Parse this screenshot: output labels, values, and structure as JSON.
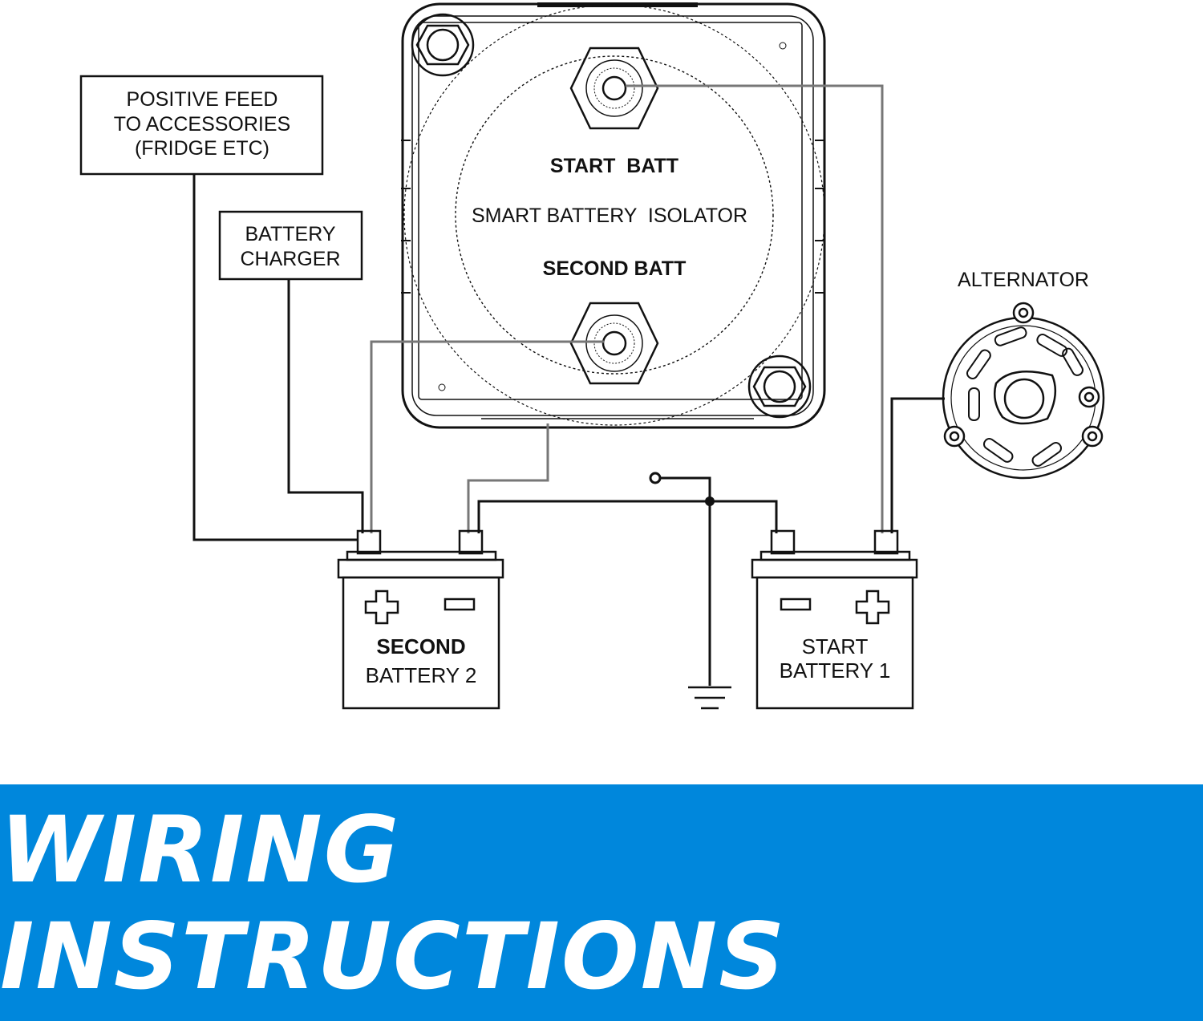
{
  "labels": {
    "positive_feed": [
      "POSITIVE FEED",
      "TO ACCESSORIES",
      "(FRIDGE ETC)"
    ],
    "battery_charger": [
      "BATTERY",
      "CHARGER"
    ],
    "isolator_start": "START  BATT",
    "isolator_name": "SMART BATTERY  ISOLATOR",
    "isolator_second": "SECOND BATT",
    "alternator": "ALTERNATOR",
    "second_battery": [
      "SECOND",
      "BATTERY 2"
    ],
    "start_battery": [
      "START",
      "BATTERY 1"
    ]
  },
  "banner": {
    "title": "WIRING INSTRUCTIONS"
  },
  "colors": {
    "banner": "#0087dc",
    "wire_dark": "#111111",
    "wire_gray": "#777777"
  }
}
